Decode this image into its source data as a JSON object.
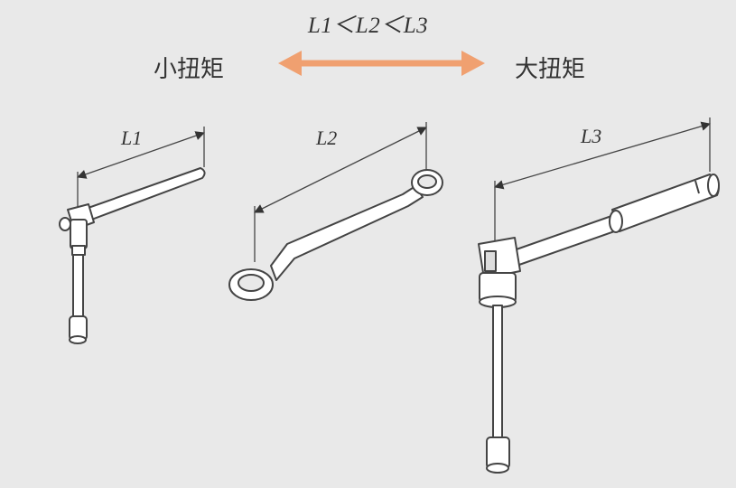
{
  "relation_label": "L1＜L2＜L3",
  "small_torque_label": "小扭矩",
  "large_torque_label": "大扭矩",
  "arrow_color": "#f0a070",
  "tools": [
    {
      "dimension_label": "L1"
    },
    {
      "dimension_label": "L2"
    },
    {
      "dimension_label": "L3"
    }
  ]
}
